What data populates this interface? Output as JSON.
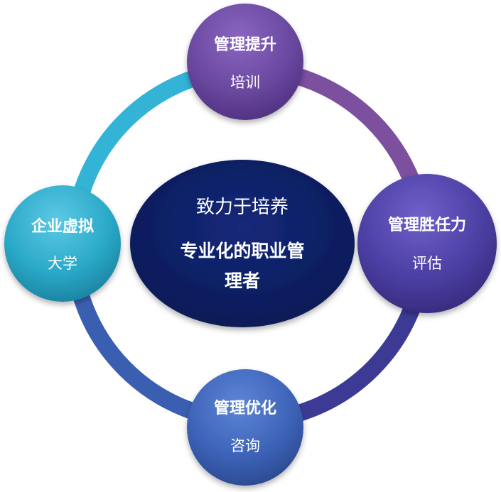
{
  "center": {
    "line1": "致力于培养",
    "line2": "专业化的职业管",
    "line3": "理者"
  },
  "nodes": {
    "top": {
      "title": "管理提升",
      "subtitle": "培训"
    },
    "right": {
      "title": "管理胜任力",
      "subtitle": "评估"
    },
    "bottom": {
      "title": "管理优化",
      "subtitle": "咨询"
    },
    "left": {
      "title": "企业虚拟",
      "subtitle": "大学"
    }
  },
  "colors": {
    "center_fill": "#0d1f5c",
    "top_node": "#6a48a0",
    "right_node": "#4b3fa3",
    "bottom_node": "#3d63b8",
    "left_node": "#2aa9c8",
    "ring_purple": "#7d4f9f",
    "ring_indigo": "#3c3a95",
    "ring_blue": "#3b5fb0",
    "ring_cyan": "#33b4d6"
  }
}
